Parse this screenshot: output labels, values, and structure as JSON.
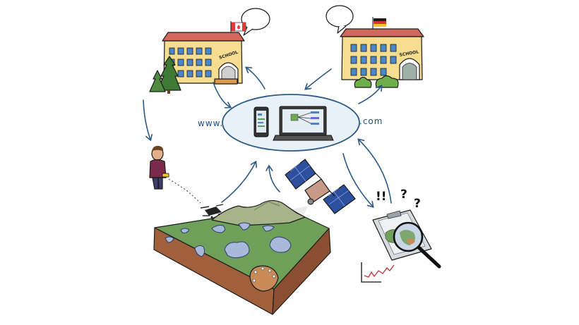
{
  "labels": {
    "www": "www.",
    "com": ".com"
  },
  "school_left": {
    "sign": "SCHOOL",
    "flag": "Canada"
  },
  "school_right": {
    "sign": "SCHOOL",
    "flag": "Germany"
  },
  "glyphs": {
    "exclaim": "!!",
    "question1": "?",
    "question2": "?"
  },
  "colors": {
    "arrow": "#2d5a86",
    "building": "#f6dd90",
    "roof": "#d2675c",
    "window": "#4a86c8",
    "cloud_fill": "#e9f1f8",
    "cloud_stroke": "#2d5a86",
    "grass": "#6fa05a",
    "water": "#a9b9d9",
    "soil": "#a0603b"
  }
}
